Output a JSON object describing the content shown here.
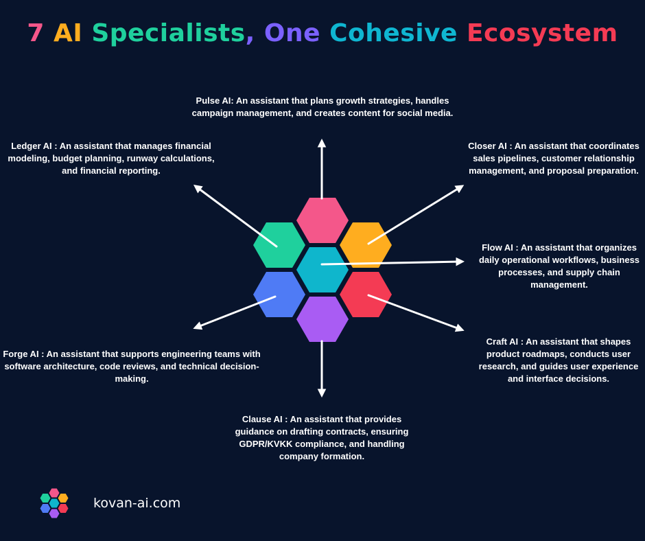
{
  "title": {
    "part1": "7 ",
    "part2": "AI ",
    "part3": "Specialists",
    "part4": ", ",
    "part5": "One ",
    "part6": "Cohesive ",
    "part7": "Ecosystem"
  },
  "colors": {
    "background": "#08142c",
    "pink": "#f4578a",
    "orange": "#ffad1f",
    "green": "#1fd09d",
    "purple": "#7b61ff",
    "cyan": "#0fb6d1",
    "red": "#f43b54",
    "blue": "#4f7bf5",
    "violet": "#a95cf3",
    "teal": "#0fb6cc"
  },
  "specialists": {
    "pulse": "Pulse AI: An assistant that plans growth strategies, handles campaign management, and creates content for social media.",
    "closer": "Closer AI : An assistant that coordinates sales pipelines, customer relationship management, and proposal preparation.",
    "ledger": "Ledger AI : An assistant that manages financial modeling, budget planning, runway calculations, and financial reporting.",
    "flow": "Flow AI : An assistant that organizes daily operational workflows, business processes, and supply chain management.",
    "forge": "Forge AI : An assistant that supports engineering teams with software architecture, code reviews, and technical decision-making.",
    "craft": "Craft AI : An assistant that shapes product roadmaps, conducts user research, and guides user experience and interface decisions.",
    "clause": "Clause AI : An assistant that provides guidance on drafting contracts, ensuring GDPR/KVKK compliance, and handling company formation."
  },
  "footer": {
    "website": "kovan-ai.com"
  }
}
